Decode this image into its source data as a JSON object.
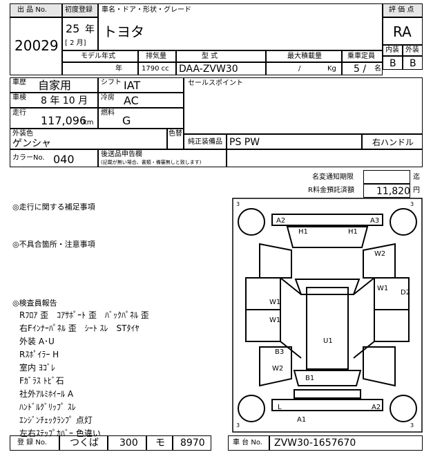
{
  "header": {
    "lot_no_label": "出 品 No.",
    "lot_no": "20029",
    "first_reg_label": "初度登録",
    "year_value": "25",
    "year_unit": "年",
    "month_bracket": "[ 2 月]",
    "car_name_label": "車名・ドア・形状・グレード",
    "car_name": "トヨタ",
    "score_label": "評 価 点",
    "score": "RA",
    "interior_label": "内装",
    "exterior_label": "外装",
    "interior_grade": "B",
    "exterior_grade": "B"
  },
  "spec": {
    "model_year_label": "モデル年式",
    "model_year_unit": "年",
    "displacement_label": "排気量",
    "displacement": "1790 cc",
    "model_label": "型 式",
    "model": "DAA-ZVW30",
    "max_load_label": "最大積載量",
    "max_load": "/",
    "max_load_unit": "Kg",
    "capacity_label": "乗車定員",
    "capacity": "5 /",
    "capacity_unit": "名"
  },
  "details": {
    "history_label": "車歴",
    "history": "自家用",
    "shift_label": "シフト",
    "shift": "IAT",
    "inspection_label": "車検",
    "inspection": "8 年 10 月",
    "ac_label": "冷房",
    "ac": "AC",
    "mileage_label": "走行",
    "mileage": "117,096",
    "mileage_unit": "km",
    "fuel_label": "燃料",
    "fuel": "G",
    "sales_point_label": "セールスポイント",
    "ext_color_label": "外装色",
    "ext_color": "ゲンシャ",
    "color_change_label": "色替",
    "equipment_label": "純正装備品",
    "equipment": "PS PW",
    "handle": "右ハンドル",
    "color_no_label": "カラーNo.",
    "color_no": "040",
    "post_docs_label": "後送品申告欄",
    "post_docs_note": "(記載が無い場合、書類・備審無しと致します)"
  },
  "notices": {
    "name_change_label": "名変通知期限",
    "name_change_unit": "迄",
    "recycle_label": "R料金預託済額",
    "recycle_value": "11,820",
    "recycle_unit": "円"
  },
  "remarks": {
    "driving_label": "◎走行に関する補足事項",
    "defect_label": "◎不具合箇所・注意事項",
    "inspector_label": "◎検査員報告",
    "lines": [
      "Rﾌﾛｱ 歪　ｺｱｻﾎﾟｰﾄ 歪　ﾊﾞｯｸﾊﾟﾈﾙ 歪",
      "右Fｲﾝﾅｰﾊﾟﾈﾙ 歪　ｼｰﾄ ｽﾚ　STﾀｲﾔ",
      "外装 A･U",
      "Rｽﾎﾟｲﾗｰ H",
      "室内 ﾖｺﾞﾚ",
      "Fｶﾞﾗｽ ﾄﾋﾞ石",
      "社外ｱﾙﾐﾎｲｰﾙ A",
      "ﾊﾝﾄﾞﾙｸﾞﾘｯﾌﾟ ｽﾚ",
      "ｴﾝｼﾞﾝﾁｪｯｸﾗﾝﾌﾟ 点灯",
      "左右ｽﾃｯﾌﾟｶﾊﾞｰ 色違い"
    ]
  },
  "diagram": {
    "corner": "3",
    "marks": [
      "A2",
      "A3",
      "H1",
      "H1",
      "W2",
      "W1",
      "D2",
      "W1",
      "W1",
      "U1",
      "B3",
      "W2",
      "B1",
      "L",
      "A2",
      "A1"
    ]
  },
  "footer": {
    "reg_no_label": "登 録 No.",
    "reg_area": "つくば",
    "reg_class": "300",
    "reg_kana": "モ",
    "reg_number": "8970",
    "chassis_label": "車 台 No.",
    "chassis": "ZVW30-1657670"
  }
}
